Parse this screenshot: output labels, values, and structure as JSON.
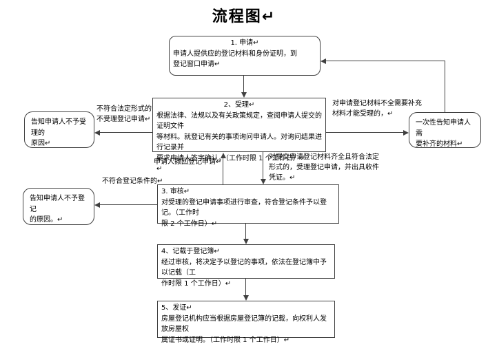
{
  "title": "流程图↵",
  "flow": {
    "step1": {
      "title": "1. 申请↵",
      "body": "申请人提供应的登记材料和身份证明，到\n登记窗口申请↵"
    },
    "step2": {
      "title": "2、受理↵",
      "body": "根据法律、法规以及有关政策规定，查阅申请人提交的证明文件\n等材料。就登记有关的事项询问申请人。对询问结果进行记录并\n要求申请人签字确认。（工作时限 1 个工作日）↵\n↵"
    },
    "step3": {
      "title": "3. 审核↵",
      "body": "对受理的登记申请事项进行审查，符合登记条件予以登记。（工作时\n限 2 个工作日）↵"
    },
    "step4": {
      "title": "4、记载于登记簿↵",
      "body": "经过审核，将决定予以登记的事项，依法在登记簿中予以记载（工\n作时限 1 个工作日）↵"
    },
    "step5": {
      "title": "5、发证↵",
      "body": "房屋登记机构应当根据房屋登记簿的记载，向权利人发放房屋权\n属证书或证明。（工作时限 1 个工作日）↵"
    }
  },
  "side_boxes": {
    "notify_no_accept": "告知申请人不予受理的\n原因↵",
    "notify_no_register": "告知申请人不予登记\n的原因。↵",
    "notify_supplement": "一次性告知申请人需\n要补齐的材料↵"
  },
  "edge_labels": {
    "not_legal_form": "不符合法定形式的\n不受理登记申请↵",
    "incomplete_materials": "对申请登记材料不全需要补充\n材料才能受理的，↵",
    "withdraw": "申请人撤回登记申请↵",
    "complete_materials": "对提交申请登记材料齐全且符合法定\n形式的，受理登记申请，并出具收件\n凭证。↵",
    "not_qualified": "不符合登记条件的↵"
  },
  "colors": {
    "line": "#404040",
    "text": "#000000",
    "background": "#ffffff"
  }
}
